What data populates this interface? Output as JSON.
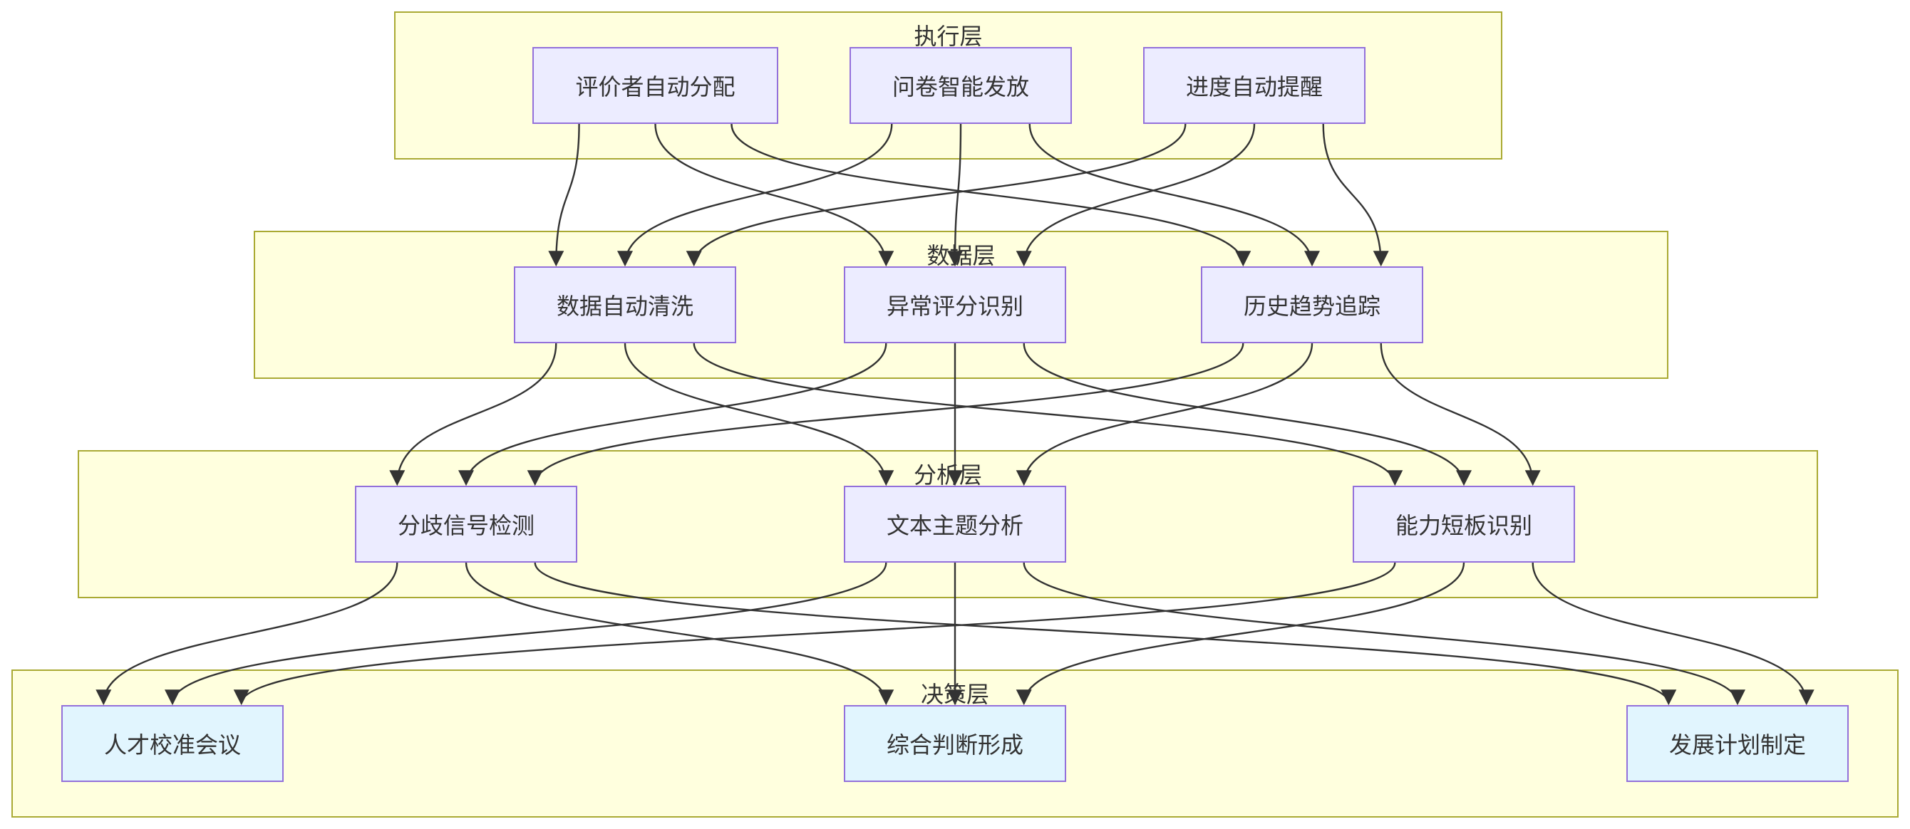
{
  "layers": {
    "exec": "执行层",
    "data": "数据层",
    "analysis": "分析层",
    "decision": "决策层"
  },
  "nodes": {
    "evaluator_assign": "评价者自动分配",
    "survey_dispatch": "问卷智能发放",
    "progress_remind": "进度自动提醒",
    "data_clean": "数据自动清洗",
    "anomaly_detect": "异常评分识别",
    "trend_track": "历史趋势追踪",
    "divergence_detect": "分歧信号检测",
    "text_topic": "文本主题分析",
    "gap_identify": "能力短板识别",
    "talent_calibration": "人才校准会议",
    "judgment_form": "综合判断形成",
    "dev_plan": "发展计划制定"
  },
  "edges": [
    [
      "evaluator_assign",
      "data_clean"
    ],
    [
      "evaluator_assign",
      "anomaly_detect"
    ],
    [
      "evaluator_assign",
      "trend_track"
    ],
    [
      "survey_dispatch",
      "data_clean"
    ],
    [
      "survey_dispatch",
      "anomaly_detect"
    ],
    [
      "survey_dispatch",
      "trend_track"
    ],
    [
      "progress_remind",
      "data_clean"
    ],
    [
      "progress_remind",
      "anomaly_detect"
    ],
    [
      "progress_remind",
      "trend_track"
    ],
    [
      "data_clean",
      "divergence_detect"
    ],
    [
      "data_clean",
      "text_topic"
    ],
    [
      "data_clean",
      "gap_identify"
    ],
    [
      "anomaly_detect",
      "divergence_detect"
    ],
    [
      "anomaly_detect",
      "text_topic"
    ],
    [
      "anomaly_detect",
      "gap_identify"
    ],
    [
      "trend_track",
      "divergence_detect"
    ],
    [
      "trend_track",
      "text_topic"
    ],
    [
      "trend_track",
      "gap_identify"
    ],
    [
      "divergence_detect",
      "talent_calibration"
    ],
    [
      "divergence_detect",
      "judgment_form"
    ],
    [
      "divergence_detect",
      "dev_plan"
    ],
    [
      "text_topic",
      "talent_calibration"
    ],
    [
      "text_topic",
      "judgment_form"
    ],
    [
      "text_topic",
      "dev_plan"
    ],
    [
      "gap_identify",
      "talent_calibration"
    ],
    [
      "gap_identify",
      "judgment_form"
    ],
    [
      "gap_identify",
      "dev_plan"
    ]
  ]
}
